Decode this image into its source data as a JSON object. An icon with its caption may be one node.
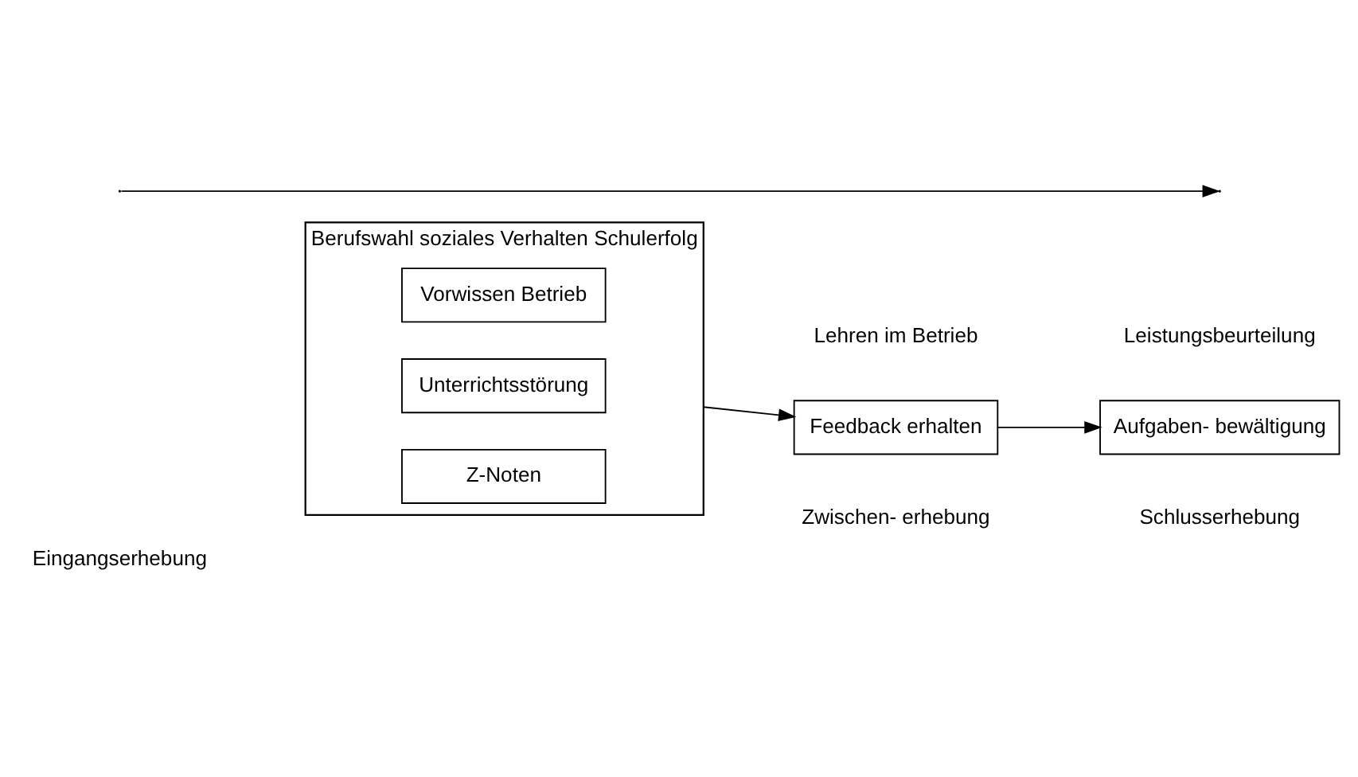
{
  "diagram": {
    "nodes": [
      {
        "text": [
          "Berufswahl soziales Verhalten Schulerfolg"
        ]
      },
      {
        "text": [
          "Vorwissen Betrieb"
        ],
        "in": 0
      },
      {
        "text": [
          "Unterrichtsstörung"
        ],
        "in": 0
      },
      {
        "text": [
          "Z-Noten"
        ],
        "in": 0
      },
      {
        "text": [
          "Feedback erhalten"
        ]
      },
      {
        "text": [
          "Aufgaben- bewältigung"
        ]
      }
    ],
    "edges": [
      {
        "from": 0,
        "to": 4,
        "arrow": "to"
      },
      {
        "from": 4,
        "to": 5,
        "arrow": "to"
      }
    ],
    "labels": [
      "Lehren im Betrieb",
      "Leistungsbeurteilung",
      "Eingangserhebung",
      "Zwischen- erhebung",
      "Schlusserhebung"
    ]
  }
}
